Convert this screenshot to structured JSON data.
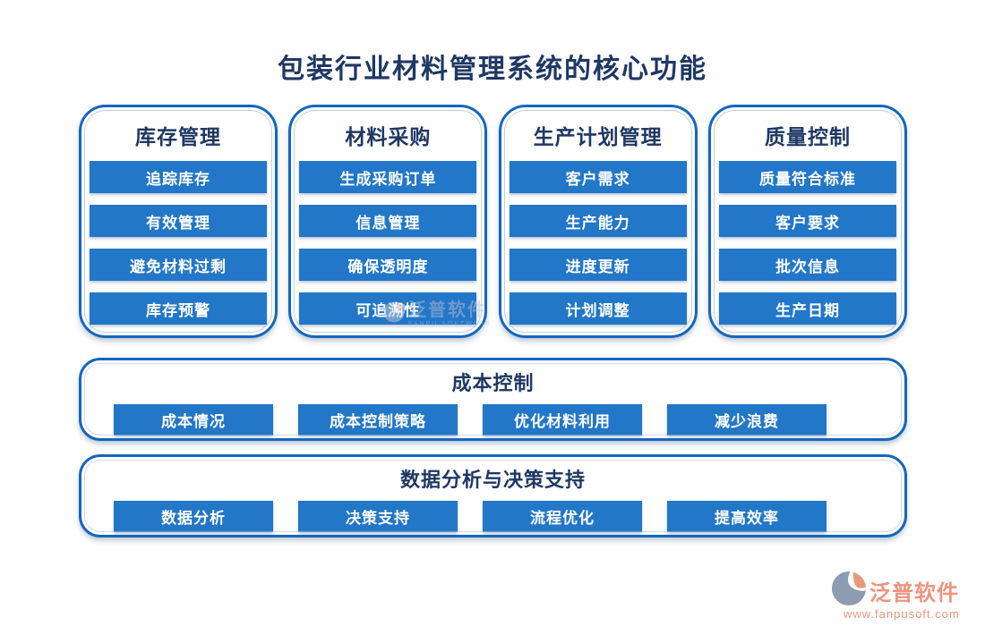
{
  "page": {
    "title": "包装行业材料管理系统的核心功能"
  },
  "columns": [
    {
      "title": "库存管理",
      "items": [
        "追踪库存",
        "有效管理",
        "避免材料过剩",
        "库存预警"
      ]
    },
    {
      "title": "材料采购",
      "items": [
        "生成采购订单",
        "信息管理",
        "确保透明度",
        "可追溯性"
      ]
    },
    {
      "title": "生产计划管理",
      "items": [
        "客户需求",
        "生产能力",
        "进度更新",
        "计划调整"
      ]
    },
    {
      "title": "质量控制",
      "items": [
        "质量符合标准",
        "客户要求",
        "批次信息",
        "生产日期"
      ]
    }
  ],
  "rows": [
    {
      "title": "成本控制",
      "items": [
        "成本情况",
        "成本控制策略",
        "优化材料利用",
        "减少浪费"
      ]
    },
    {
      "title": "数据分析与决策支持",
      "items": [
        "数据分析",
        "决策支持",
        "流程优化",
        "提高效率"
      ]
    }
  ],
  "watermark": {
    "name": "泛普软件",
    "subtext": "FANPU SOFTWARE"
  },
  "brand": {
    "name": "泛普软件",
    "url": "www.fanpusoft.com"
  },
  "colors": {
    "title_navy": "#1f3864",
    "chip_blue": "#2277c8",
    "border_blue": "#1467bd",
    "brand_salmon": "#ec9480",
    "logo_slate": "#8e9cb2",
    "logo_leaf": "#e59a7d"
  }
}
